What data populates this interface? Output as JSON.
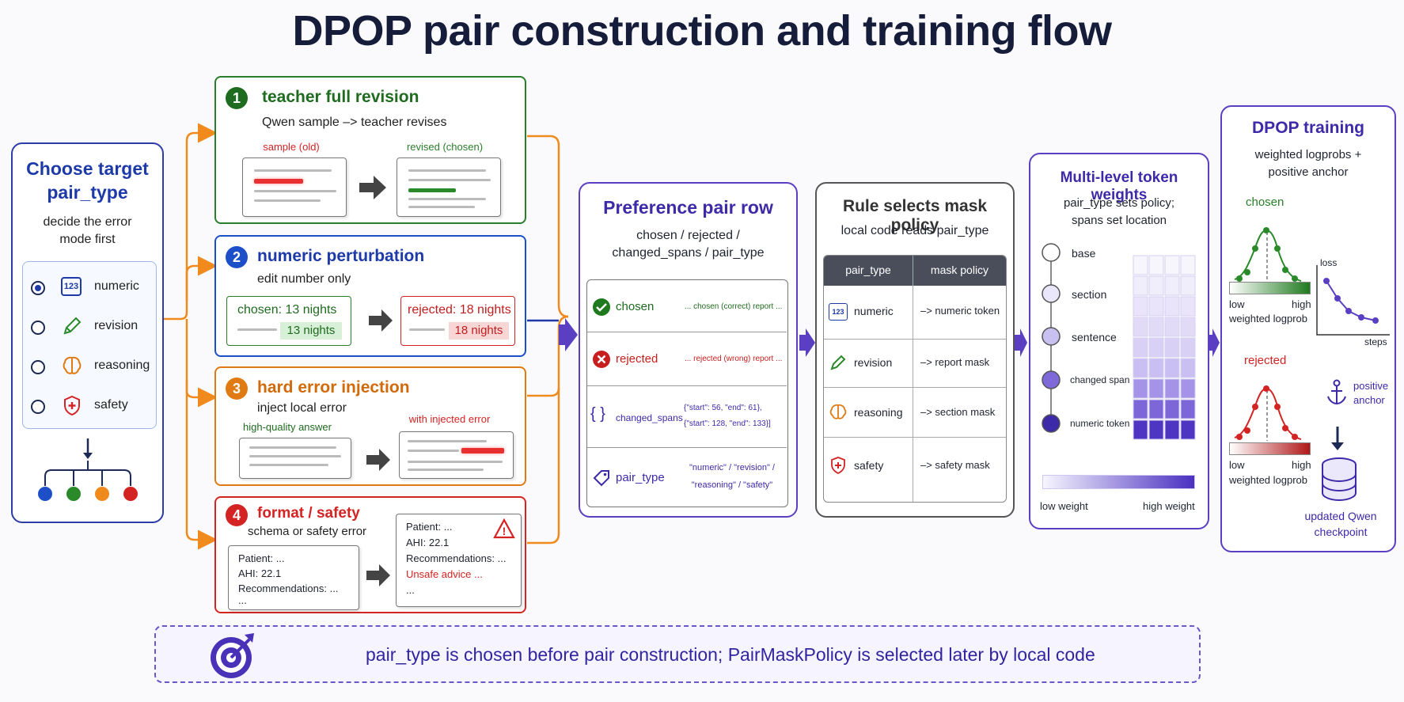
{
  "title": "DPOP pair construction and training flow",
  "choose": {
    "title_line1": "Choose target",
    "title_line2": "pair_type",
    "sub_line1": "decide the error",
    "sub_line2": "mode first",
    "options": [
      {
        "label": "numeric",
        "icon": "123-icon",
        "selected": true
      },
      {
        "label": "revision",
        "icon": "pencil-icon",
        "selected": false
      },
      {
        "label": "reasoning",
        "icon": "brain-icon",
        "selected": false
      },
      {
        "label": "safety",
        "icon": "shield-cross-icon",
        "selected": false
      }
    ],
    "icon_text_123": "123"
  },
  "cards": {
    "c1": {
      "num": "1",
      "title": "teacher full revision",
      "sub": "Qwen sample –> teacher revises",
      "left_label": "sample (old)",
      "right_label": "revised (chosen)"
    },
    "c2": {
      "num": "2",
      "title": "numeric perturbation",
      "sub": "edit number only",
      "chosen": "chosen: 13 nights",
      "chosen_hl": "13 nights",
      "rejected": "rejected: 18 nights",
      "rejected_hl": "18 nights"
    },
    "c3": {
      "num": "3",
      "title": "hard error injection",
      "sub": "inject local error",
      "left_label": "high-quality answer",
      "right_label": "with injected error"
    },
    "c4": {
      "num": "4",
      "title": "format / safety",
      "sub": "schema or safety error",
      "l1": "Patient: ...",
      "l2": "AHI: 22.1",
      "l3": "Recommendations: ...",
      "l4": "...",
      "r1": "Patient: ...",
      "r2": "AHI: 22.1",
      "r3": "Recommendations: ...",
      "r4": "Unsafe advice ...",
      "r5": "...",
      "warn": "!"
    }
  },
  "pref": {
    "title": "Preference pair row",
    "sub1": "chosen / rejected /",
    "sub2": "changed_spans / pair_type",
    "rows": [
      {
        "key": "chosen",
        "value": "... chosen (correct) report ..."
      },
      {
        "key": "rejected",
        "value": "... rejected (wrong) report ..."
      },
      {
        "key": "changed_spans",
        "value": "{\"start\": 56, \"end\": 61},",
        "value2": "{\"start\": 128, \"end\": 133}]",
        "icon": "{ }"
      },
      {
        "key": "pair_type",
        "value": "\"numeric\" / \"revision\" /",
        "value2": "\"reasoning\" / \"safety\""
      }
    ]
  },
  "mask": {
    "title": "Rule selects mask policy",
    "sub": "local code reads pair_type",
    "header": [
      "pair_type",
      "mask policy"
    ],
    "rows": [
      {
        "type": "numeric",
        "policy": "–> numeric token"
      },
      {
        "type": "revision",
        "policy": "–> report mask"
      },
      {
        "type": "reasoning",
        "policy": "–> section mask"
      },
      {
        "type": "safety",
        "policy": "–> safety mask"
      }
    ]
  },
  "multi": {
    "title": "Multi-level token weights",
    "sub1": "pair_type sets policy;",
    "sub2": "spans set location",
    "levels": [
      "base",
      "section",
      "sentence",
      "changed span",
      "numeric token"
    ],
    "low": "low weight",
    "high": "high weight"
  },
  "dpop": {
    "title": "DPOP training",
    "sub1": "weighted logprobs +",
    "sub2": "positive anchor",
    "chosen": "chosen",
    "rejected": "rejected",
    "low": "low",
    "high": "high",
    "wl": "weighted logprob",
    "loss": "loss",
    "steps": "steps",
    "anchor1": "positive",
    "anchor2": "anchor",
    "ckpt1": "updated Qwen",
    "ckpt2": "checkpoint"
  },
  "banner": "pair_type is chosen before pair construction; PairMaskPolicy is selected later by local code",
  "colors": {
    "blue": "#1d3aa8",
    "green": "#2a7d2a",
    "orange": "#e07b13",
    "red": "#d42323",
    "purple": "#5b3fc2"
  }
}
